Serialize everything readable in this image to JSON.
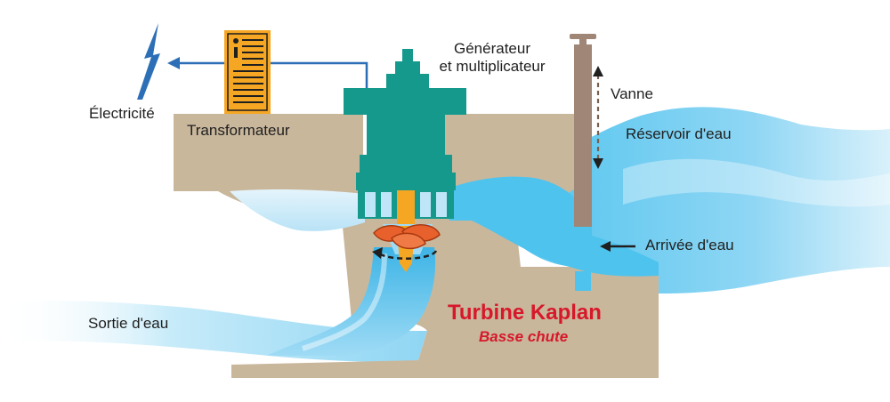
{
  "diagram": {
    "title": "Turbine Kaplan",
    "subtitle": "Basse chute",
    "labels": {
      "generator_line1": "Générateur",
      "generator_line2": "et multiplicateur",
      "transformer": "Transformateur",
      "electricity": "Électricité",
      "gate": "Vanne",
      "reservoir": "Réservoir d'eau",
      "inflow": "Arrivée d'eau",
      "outflow": "Sortie d'eau"
    },
    "icons": {
      "electricity": "lightning-bolt-icon",
      "transformer": "transformer-box-icon",
      "generator": "generator-icon",
      "turbine": "kaplan-runner-icon",
      "gate": "sluice-gate-icon"
    }
  },
  "colors": {
    "title": "#d7182a",
    "ground": "#c9b79c",
    "water": "#4ec3ee",
    "water_light": "#bfe6f8",
    "generator": "#14998c",
    "transformer": "#f5a623",
    "gate": "#a08676",
    "runner_blades": "#e8602c",
    "cables": "#2d6fb6"
  }
}
